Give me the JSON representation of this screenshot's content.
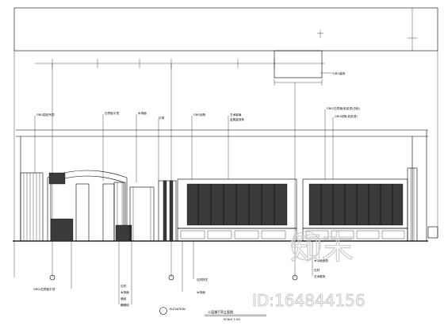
{
  "callouts_top": [
    "GRG弧形吊顶",
    "石膏板平顶",
    "木饰面",
    "灯带",
    "GRG线条",
    "艺术玻璃",
    "金属装饰条"
  ],
  "callouts_right_top": [
    "GRG装饰",
    "GRG/石膏板/乳胶漆(白色)",
    "GRG线条(乳胶漆)"
  ],
  "callouts_bottom_left": [
    "GRG/石膏板平顶",
    "石材",
    "木饰面",
    "墙纸",
    "踢脚线"
  ],
  "callouts_bottom_mid": [
    "石材拼花",
    "木饰面"
  ],
  "callouts_bottom_right": [
    "木饰面造型",
    "石材",
    "艺术屏风"
  ],
  "title": {
    "tag": "ELEVATION",
    "name": "二层餐厅B立面图",
    "scale": "SCALE 1:50"
  },
  "watermark": {
    "logo": "知末",
    "id": "ID:164844156"
  }
}
